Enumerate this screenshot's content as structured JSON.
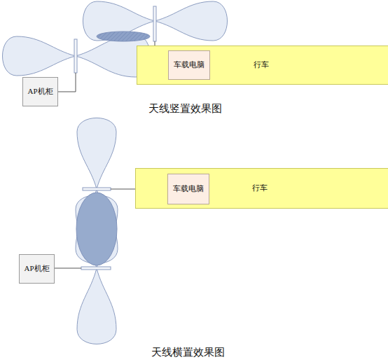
{
  "diagram": {
    "nodes": [
      {
        "text": [
          "行车"
        ]
      },
      {
        "text": [
          "车载电脑"
        ],
        "in": 0
      },
      {
        "text": [
          "AP机柜"
        ]
      },
      {
        "text": [
          "行车"
        ]
      },
      {
        "text": [
          "车载电脑"
        ],
        "in": 3
      },
      {
        "text": [
          "AP机柜"
        ]
      }
    ],
    "labels": [
      "天线竖置效果图",
      "天线横置效果图"
    ]
  }
}
